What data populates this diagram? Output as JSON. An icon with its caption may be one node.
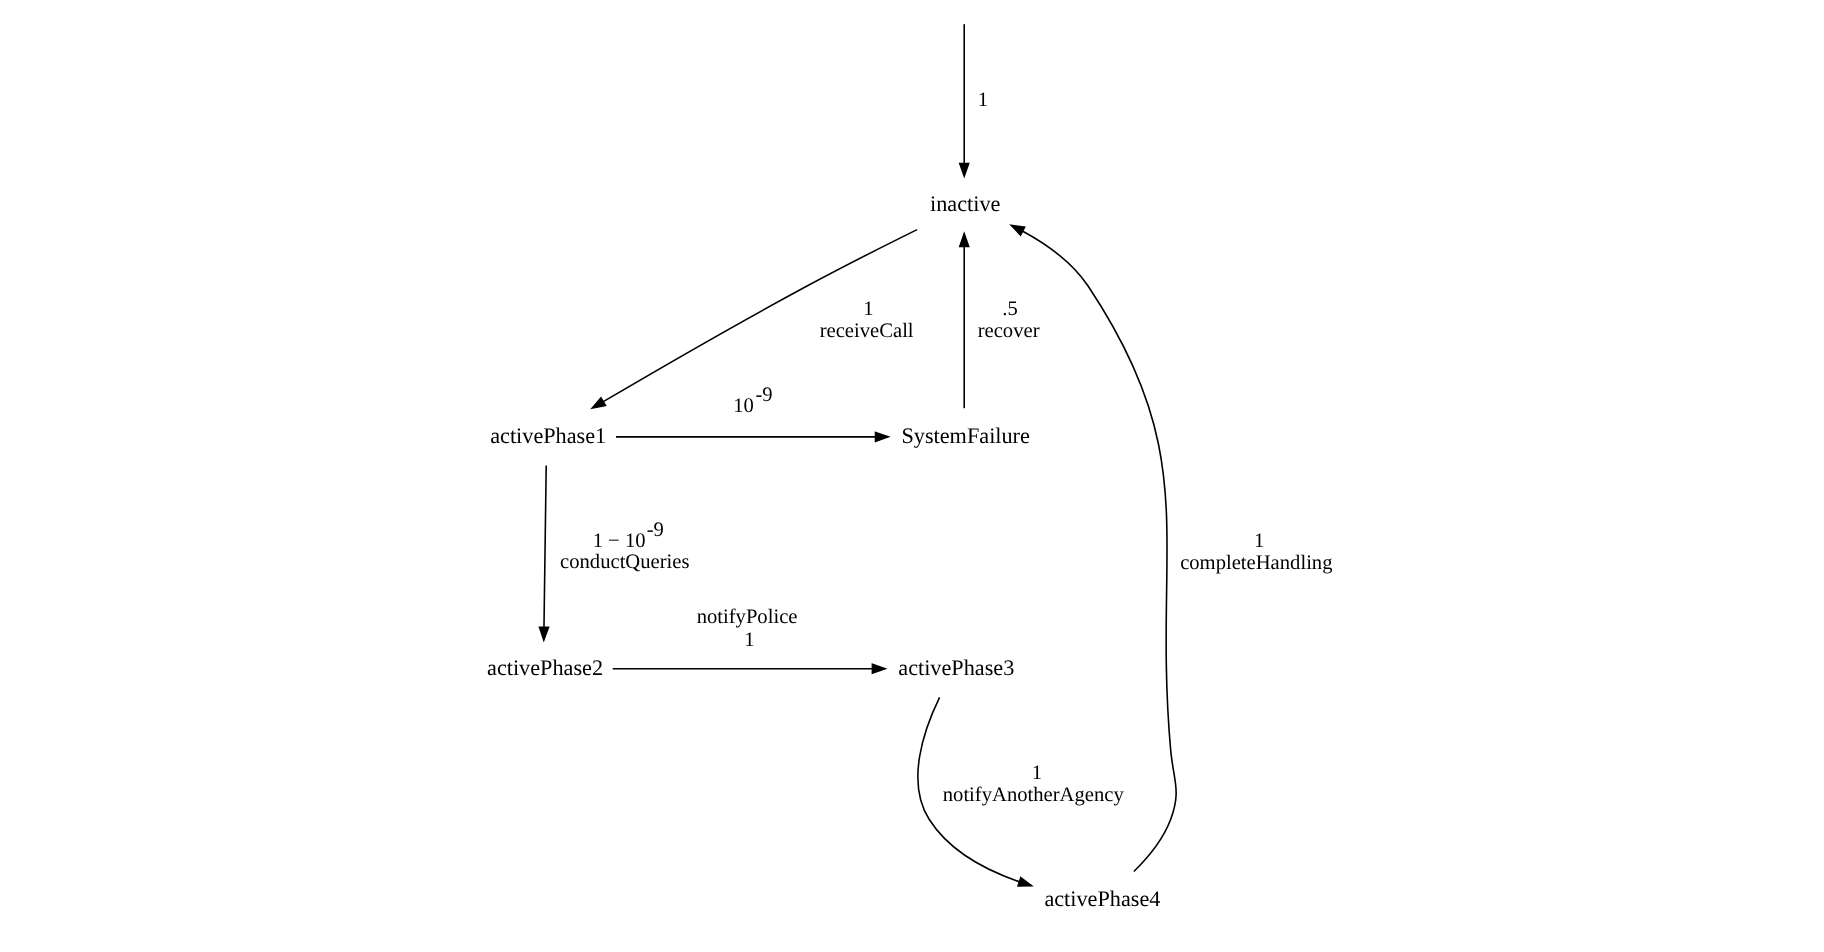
{
  "diagram": {
    "nodes": [
      {
        "text": [
          "inactive"
        ]
      },
      {
        "text": [
          "activePhase1"
        ]
      },
      {
        "text": [
          "SystemFailure"
        ]
      },
      {
        "text": [
          "activePhase4"
        ]
      },
      {
        "text": [
          "activePhase2"
        ]
      },
      {
        "text": [
          "activePhase3"
        ]
      }
    ],
    "edges": [
      {
        "from": null,
        "to": 0,
        "arrow": "to",
        "label": [
          "1"
        ]
      },
      {
        "from": 0,
        "to": 1,
        "arrow": "to",
        "label": [
          "1",
          "receiveCall"
        ]
      },
      {
        "from": 1,
        "to": 2,
        "arrow": "to",
        "label": [
          "10$^{-9}$"
        ]
      },
      {
        "from": 2,
        "to": 0,
        "arrow": "to",
        "label": [
          ".5",
          "recover"
        ]
      },
      {
        "from": 1,
        "to": 4,
        "arrow": "to",
        "label": [
          "1 − 10$^{-9}$",
          "conductQueries"
        ]
      },
      {
        "from": 4,
        "to": 5,
        "arrow": "to",
        "label": [
          "notifyPolice",
          "1"
        ]
      },
      {
        "from": 5,
        "to": 3,
        "arrow": "to",
        "label": [
          "1",
          "notifyAnotherAgency"
        ]
      },
      {
        "from": 3,
        "to": 0,
        "arrow": "to",
        "label": [
          "1",
          "completeHandling"
        ]
      }
    ]
  }
}
